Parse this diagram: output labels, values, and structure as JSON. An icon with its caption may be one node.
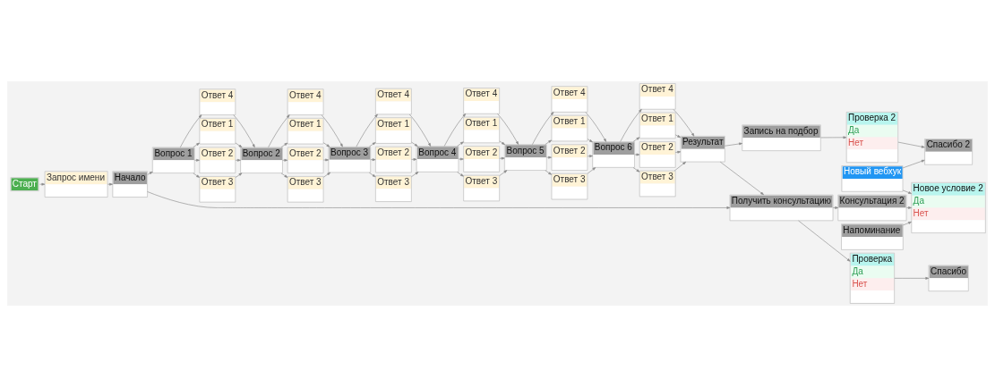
{
  "diagram": {
    "nodes": [
      {
        "text": [
          "Старт"
        ]
      },
      {
        "text": [
          "Запрос имени"
        ]
      },
      {
        "text": [
          "Начало"
        ]
      },
      {
        "text": [
          "Вопрос 1"
        ]
      },
      {
        "text": [
          "Ответ 1"
        ]
      },
      {
        "text": [
          "Ответ 2"
        ]
      },
      {
        "text": [
          "Ответ 3"
        ]
      },
      {
        "text": [
          "Ответ 4"
        ]
      },
      {
        "text": [
          "Вопрос 2"
        ]
      },
      {
        "text": [
          "Ответ 1"
        ]
      },
      {
        "text": [
          "Ответ 2"
        ]
      },
      {
        "text": [
          "Ответ 3"
        ]
      },
      {
        "text": [
          "Ответ 4"
        ]
      },
      {
        "text": [
          "Вопрос 3"
        ]
      },
      {
        "text": [
          "Ответ 1"
        ]
      },
      {
        "text": [
          "Ответ 2"
        ]
      },
      {
        "text": [
          "Ответ 3"
        ]
      },
      {
        "text": [
          "Ответ 4"
        ]
      },
      {
        "text": [
          "Вопрос 4"
        ]
      },
      {
        "text": [
          "Ответ 1"
        ]
      },
      {
        "text": [
          "Ответ 2"
        ]
      },
      {
        "text": [
          "Ответ 3"
        ]
      },
      {
        "text": [
          "Ответ 4"
        ]
      },
      {
        "text": [
          "Вопрос 5"
        ]
      },
      {
        "text": [
          "Ответ 1"
        ]
      },
      {
        "text": [
          "Ответ 2"
        ]
      },
      {
        "text": [
          "Ответ 3"
        ]
      },
      {
        "text": [
          "Ответ 4"
        ]
      },
      {
        "text": [
          "Вопрос 6"
        ]
      },
      {
        "text": [
          "Ответ 1"
        ]
      },
      {
        "text": [
          "Ответ 2"
        ]
      },
      {
        "text": [
          "Ответ 3"
        ]
      },
      {
        "text": [
          "Ответ 4"
        ]
      },
      {
        "text": [
          "Результат"
        ]
      },
      {
        "text": [
          "Запись на подбор"
        ]
      },
      {
        "text": [
          "Получить консультацию"
        ]
      },
      {
        "text": [
          "Проверка",
          "Да",
          "Нет"
        ]
      },
      {
        "text": [
          "Спасибо"
        ]
      },
      {
        "text": [
          "Консультация 2"
        ]
      },
      {
        "text": [
          "Проверка 2",
          "Да",
          "Нет"
        ]
      },
      {
        "text": [
          "Спасибо 2"
        ]
      },
      {
        "text": [
          "Новый вебхук"
        ]
      },
      {
        "text": [
          "Напоминание"
        ]
      },
      {
        "text": [
          "Новое условие 2",
          "Да",
          "Нет"
        ]
      }
    ],
    "edges": [
      {
        "from": 0,
        "to": 1,
        "arrow": "to"
      },
      {
        "from": 1,
        "to": 2,
        "arrow": "to"
      },
      {
        "from": 2,
        "to": 3,
        "arrow": "to"
      },
      {
        "from": 2,
        "to": 35,
        "arrow": "to"
      },
      {
        "from": 3,
        "to": 4,
        "arrow": "to"
      },
      {
        "from": 3,
        "to": 5,
        "arrow": "to"
      },
      {
        "from": 3,
        "to": 6,
        "arrow": "to"
      },
      {
        "from": 3,
        "to": 7,
        "arrow": "to"
      },
      {
        "from": 4,
        "to": 8,
        "arrow": "to"
      },
      {
        "from": 5,
        "to": 8,
        "arrow": "to"
      },
      {
        "from": 6,
        "to": 8,
        "arrow": "to"
      },
      {
        "from": 7,
        "to": 8,
        "arrow": "to"
      },
      {
        "from": 8,
        "to": 9,
        "arrow": "to"
      },
      {
        "from": 8,
        "to": 10,
        "arrow": "to"
      },
      {
        "from": 8,
        "to": 11,
        "arrow": "to"
      },
      {
        "from": 8,
        "to": 12,
        "arrow": "to"
      },
      {
        "from": 9,
        "to": 13,
        "arrow": "to"
      },
      {
        "from": 10,
        "to": 13,
        "arrow": "to"
      },
      {
        "from": 11,
        "to": 13,
        "arrow": "to"
      },
      {
        "from": 12,
        "to": 13,
        "arrow": "to"
      },
      {
        "from": 13,
        "to": 14,
        "arrow": "to"
      },
      {
        "from": 13,
        "to": 15,
        "arrow": "to"
      },
      {
        "from": 13,
        "to": 16,
        "arrow": "to"
      },
      {
        "from": 13,
        "to": 17,
        "arrow": "to"
      },
      {
        "from": 14,
        "to": 18,
        "arrow": "to"
      },
      {
        "from": 15,
        "to": 18,
        "arrow": "to"
      },
      {
        "from": 16,
        "to": 18,
        "arrow": "to"
      },
      {
        "from": 17,
        "to": 18,
        "arrow": "to"
      },
      {
        "from": 18,
        "to": 19,
        "arrow": "to"
      },
      {
        "from": 18,
        "to": 20,
        "arrow": "to"
      },
      {
        "from": 18,
        "to": 21,
        "arrow": "to"
      },
      {
        "from": 18,
        "to": 22,
        "arrow": "to"
      },
      {
        "from": 19,
        "to": 23,
        "arrow": "to"
      },
      {
        "from": 20,
        "to": 23,
        "arrow": "to"
      },
      {
        "from": 21,
        "to": 23,
        "arrow": "to"
      },
      {
        "from": 22,
        "to": 23,
        "arrow": "to"
      },
      {
        "from": 23,
        "to": 24,
        "arrow": "to"
      },
      {
        "from": 23,
        "to": 25,
        "arrow": "to"
      },
      {
        "from": 23,
        "to": 26,
        "arrow": "to"
      },
      {
        "from": 23,
        "to": 27,
        "arrow": "to"
      },
      {
        "from": 24,
        "to": 28,
        "arrow": "to"
      },
      {
        "from": 25,
        "to": 28,
        "arrow": "to"
      },
      {
        "from": 26,
        "to": 28,
        "arrow": "to"
      },
      {
        "from": 27,
        "to": 28,
        "arrow": "to"
      },
      {
        "from": 28,
        "to": 29,
        "arrow": "to"
      },
      {
        "from": 28,
        "to": 30,
        "arrow": "to"
      },
      {
        "from": 28,
        "to": 31,
        "arrow": "to"
      },
      {
        "from": 28,
        "to": 32,
        "arrow": "to"
      },
      {
        "from": 29,
        "to": 33,
        "arrow": "to"
      },
      {
        "from": 30,
        "to": 33,
        "arrow": "to"
      },
      {
        "from": 31,
        "to": 33,
        "arrow": "to"
      },
      {
        "from": 32,
        "to": 33,
        "arrow": "to"
      },
      {
        "from": 33,
        "to": 34,
        "arrow": "to"
      },
      {
        "from": 33,
        "to": 35,
        "arrow": "to"
      },
      {
        "from": 35,
        "to": 36,
        "arrow": "to"
      },
      {
        "from": 36,
        "to": 37,
        "arrow": "to"
      },
      {
        "from": 35,
        "to": 38,
        "arrow": "to"
      },
      {
        "from": 38,
        "to": 43,
        "arrow": "to"
      },
      {
        "from": 34,
        "to": 39,
        "arrow": "to"
      },
      {
        "from": 39,
        "to": 40,
        "arrow": "to"
      },
      {
        "from": 41,
        "to": 40,
        "arrow": "to"
      },
      {
        "from": 41,
        "to": 43,
        "arrow": "to"
      },
      {
        "from": 42,
        "to": 43,
        "arrow": "to"
      }
    ]
  }
}
